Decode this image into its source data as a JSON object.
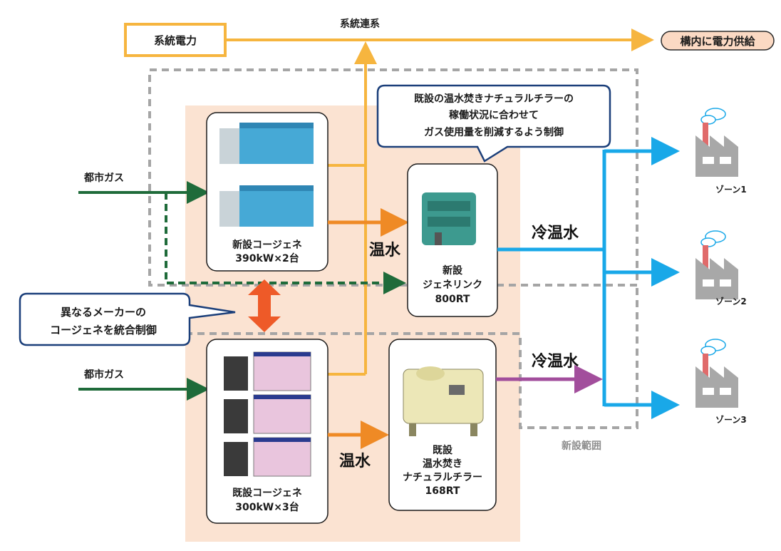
{
  "grid_power": {
    "label": "系統電力"
  },
  "grid_link": {
    "label": "系統連系"
  },
  "onsite_supply": {
    "label": "構内に電力供給"
  },
  "city_gas": [
    "都市ガス",
    "都市ガス"
  ],
  "new_cogen": {
    "line1": "新設コージェネ",
    "line2": "390kW×2台"
  },
  "existing_cogen": {
    "line1": "既設コージェネ",
    "line2": "300kW×3台"
  },
  "genelink": {
    "line1": "新設",
    "line2": "ジェネリンク",
    "line3": "800RT"
  },
  "existing_chiller": {
    "line1": "既設",
    "line2": "温水焚き",
    "line3": "ナチュラルチラー",
    "line4": "168RT"
  },
  "hot_water": [
    "温水",
    "温水"
  ],
  "chilled_hot_water": [
    "冷温水",
    "冷温水"
  ],
  "callout_top": [
    "既設の温水焚きナチュラルチラーの",
    "稼働状況に合わせて",
    "ガス使用量を削減するよう制御"
  ],
  "callout_left": [
    "異なるメーカーの",
    "コージェネを統合制御"
  ],
  "new_scope": {
    "label": "新設範囲"
  },
  "zones": [
    "ゾーン1",
    "ゾーン2",
    "ゾーン3"
  ],
  "colors": {
    "electric": "#f6b53f",
    "hot_water": "#ef8a25",
    "gas": "#1f6b3a",
    "chilled_new": "#19a8e8",
    "chilled_old": "#a24e9c",
    "control_arrow": "#ee5a28",
    "callout_border": "#1b3f7a",
    "bg_panel": "#fbe3d2"
  }
}
